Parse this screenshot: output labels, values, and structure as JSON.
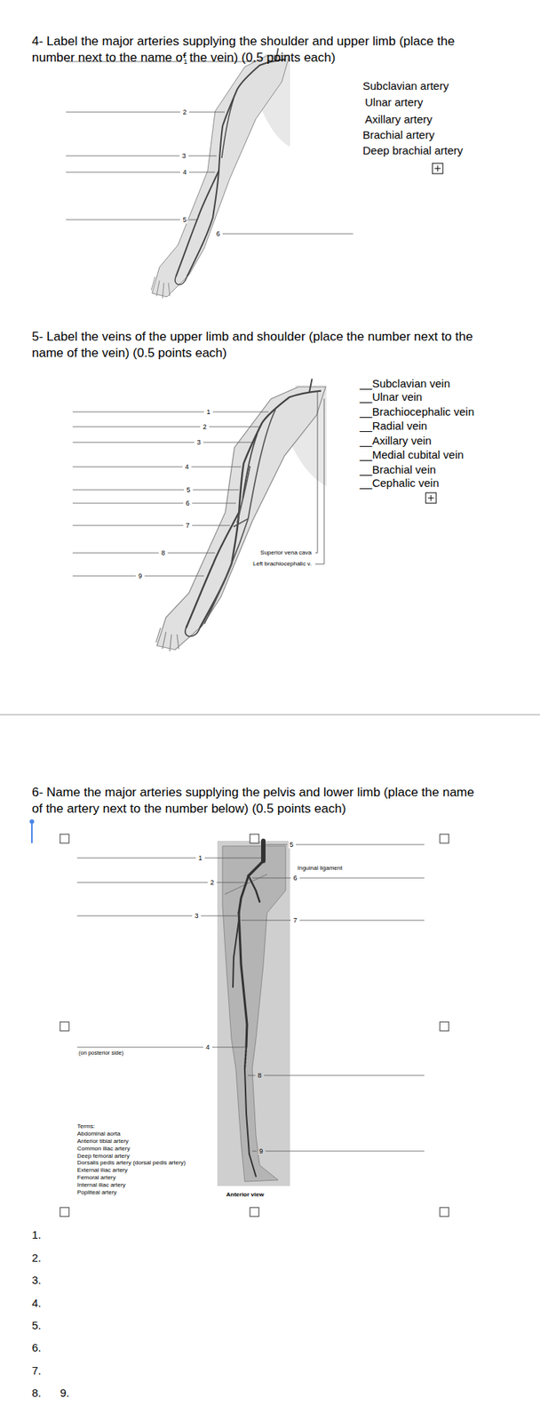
{
  "diagram": {
    "labels": [
      "4- Label the major arteries supplying the shoulder and upper limb (place the number next to the name of the vein) (0.5 points each)",
      "1",
      "2",
      "3",
      "4",
      "5",
      "6",
      "Subclavian artery",
      "Ulnar artery",
      "Axillary artery",
      "Brachial artery",
      "Deep brachial artery",
      "5- Label the veins of the upper limb and shoulder (place the number next to the name of the vein) (0.5 points each)",
      "1",
      "2",
      "3",
      "4",
      "5",
      "6",
      "7",
      "8",
      "9",
      "__Subclavian vein",
      "__Ulnar vein",
      "__Brachiocephalic vein",
      "__Radial vein",
      "__Axillary vein",
      "__Medial cubital vein",
      "__Brachial vein",
      "__Cephalic vein",
      "Superior vena cava",
      "Left brachiocephalic v.",
      "6- Name the major arteries supplying the pelvis and lower limb (place the name of the artery next to the number below) (0.5 points each)",
      "1",
      "2",
      "3",
      "4",
      "5",
      "6",
      "7",
      "8",
      "9",
      "Inguinal ligament",
      "(on posterior side)",
      "Terms:",
      "Abdominal aorta",
      "Anterior tibial artery",
      "Common iliac artery",
      "Deep femoral artery",
      "Dorsalis pedis artery (dorsal pedis artery)",
      "External iliac artery",
      "Femoral artery",
      "Internal iliac artery",
      "Popliteal artery",
      "Anterior view",
      "1.",
      "2.",
      "3.",
      "4.",
      "5.",
      "6.",
      "7.",
      "8.",
      "9."
    ]
  }
}
